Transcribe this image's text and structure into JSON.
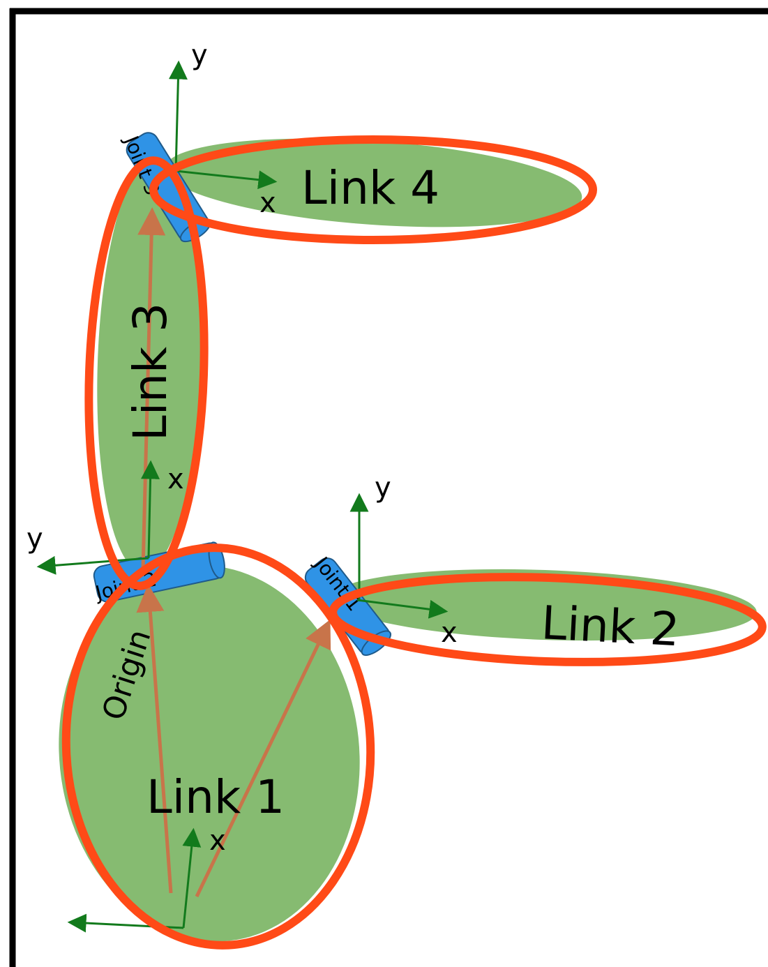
{
  "colors": {
    "frame": "#000000",
    "link_fill": "#86bb71",
    "link_outline": "#ff4a17",
    "joint_fill": "#2f93e6",
    "joint_stroke": "#1f5a8a",
    "axis_arrow": "#127a1c",
    "vector_arrow": "#c8744a"
  },
  "links": {
    "link1": "Link 1",
    "link2": "Link 2",
    "link3": "Link 3",
    "link4": "Link 4"
  },
  "origin_label": "Origin",
  "joints": {
    "joint1": "Joint 1",
    "joint2": "Joint 2",
    "joint3": "Joint 3"
  },
  "axes": {
    "x": "x",
    "y": "y"
  }
}
